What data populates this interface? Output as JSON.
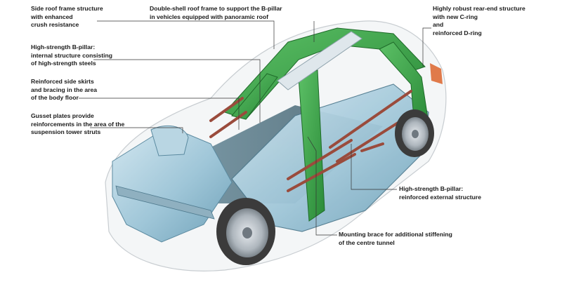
{
  "colors": {
    "body_blue": "#9fc6d8",
    "high_strength_green": "#3aa046",
    "reinforcement_red": "#9a4b3c",
    "tyre_dark": "#3b3b3b",
    "leader_line": "#333333"
  },
  "callouts": [
    {
      "id": "side-roof-frame",
      "lines": [
        "Side roof frame structure",
        "with enhanced",
        "crush resistance"
      ]
    },
    {
      "id": "b-pillar-internal",
      "lines": [
        "High-strength B-pillar:",
        "internal structure consisting",
        "of high-strength steels"
      ]
    },
    {
      "id": "side-skirts",
      "lines": [
        "Reinforced side skirts",
        "and bracing in the area",
        "of the body floor"
      ]
    },
    {
      "id": "gusset-plates",
      "lines": [
        "Gusset plates provide",
        "reinforcements in the area of the",
        "suspension tower struts"
      ]
    },
    {
      "id": "double-shell-roof",
      "lines": [
        "Double-shell roof frame to support the B-pillar",
        "in vehicles equipped with panoramic roof"
      ]
    },
    {
      "id": "rear-end",
      "lines": [
        "Highly robust rear-end structure",
        "with new C-ring",
        "and",
        "reinforced D-ring"
      ]
    },
    {
      "id": "b-pillar-external",
      "lines": [
        "High-strength B-pillar:",
        "reinforced external structure"
      ]
    },
    {
      "id": "mounting-brace",
      "lines": [
        "Mounting brace for additional stiffening",
        "of the centre tunnel"
      ]
    }
  ]
}
